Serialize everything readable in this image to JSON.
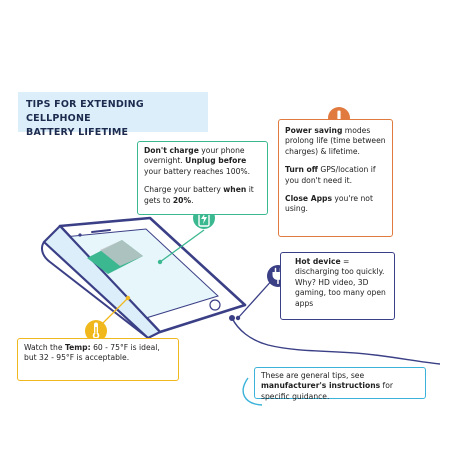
{
  "title": {
    "line1": "TIPS FOR EXTENDING CELLPHONE",
    "line2": "BATTERY LIFETIME"
  },
  "charge": {
    "b1": "Don't charge",
    "t1": " your phone overnight. ",
    "b2": "Unplug before",
    "t2": " your battery reaches 100%.",
    "t3": "Charge your battery ",
    "b3": "when",
    "t4": " it gets to ",
    "b4": "20%",
    "t5": "."
  },
  "power": {
    "b1": "Power saving",
    "t1": " modes prolong life (time between charges) & lifetime.",
    "b2": "Turn off",
    "t2": " GPS/location if you don't need it.",
    "b3": "Close Apps",
    "t3": " you're not using."
  },
  "hot": {
    "b1": "Hot device",
    "t1": " = discharging too quickly.",
    "t2": "Why? HD video, 3D gaming, too many open apps"
  },
  "temp": {
    "t1": "Watch the ",
    "b1": "Temp:",
    "t2": " 60 - 75°F is ideal, but 32 - 95°F is acceptable."
  },
  "tips": {
    "t1": "These are general tips, see ",
    "b1": "manufacturer's instructions",
    "t2": " for specific guidance."
  },
  "icons": {
    "charge": "battery-charging-icon",
    "power": "exclamation-icon",
    "hot": "plug-icon",
    "temp": "thermometer-icon"
  },
  "colors": {
    "green": "#3cb891",
    "orange": "#e07a3f",
    "navy": "#3a3f86",
    "yellow": "#f1b81d",
    "blue": "#3bb2d9",
    "title_bg": "#dbeef9"
  }
}
